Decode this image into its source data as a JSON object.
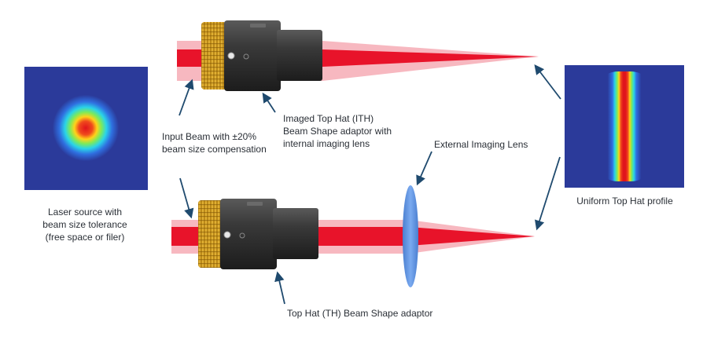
{
  "labels": {
    "laser_source": [
      "Laser source with",
      "beam size tolerance",
      "(free space or filer)"
    ],
    "input_beam": [
      "Input Beam with ±20%",
      "beam size compensation"
    ],
    "ith_adaptor": [
      "Imaged Top Hat (ITH)",
      "Beam Shape adaptor with",
      "internal imaging lens"
    ],
    "external_lens": "External Imaging Lens",
    "uniform_profile": "Uniform Top Hat profile",
    "th_adaptor": "Top Hat (TH) Beam Shape adaptor"
  },
  "colors": {
    "beam_core": "#e8132a",
    "beam_halo": "#f7b8c0",
    "arrow": "#1f4a6e",
    "lens": "#5b8fd8",
    "adaptor_body": "#2b2b2b",
    "knurl_gold": "#d9a21b",
    "profile_bg": "#2b3a9a"
  },
  "icons": {
    "arrow": "arrow-head",
    "lens": "biconvex-lens"
  }
}
